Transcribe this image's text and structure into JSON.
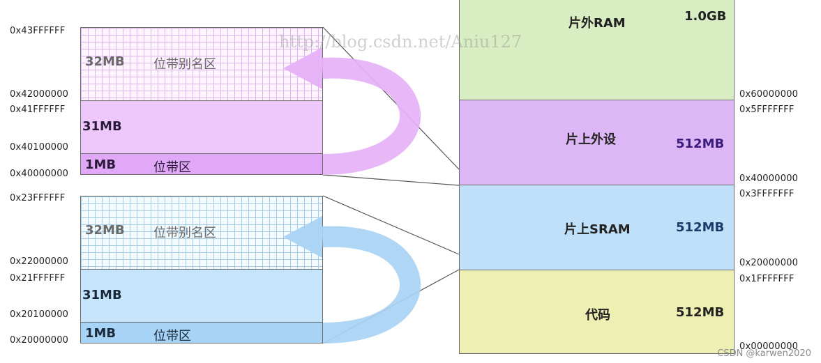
{
  "left_top": {
    "addr_43FFFFFF": "0x43FFFFFF",
    "addr_42000000": "0x42000000",
    "addr_41FFFFFF": "0x41FFFFFF",
    "addr_40100000": "0x40100000",
    "addr_40000000": "0x40000000",
    "alias_size": "32MB",
    "alias_label": "位带别名区",
    "mid_size": "31MB",
    "band_size": "1MB",
    "band_label": "位带区"
  },
  "left_bottom": {
    "addr_23FFFFFF": "0x23FFFFFF",
    "addr_22000000": "0x22000000",
    "addr_21FFFFFF": "0x21FFFFFF",
    "addr_20100000": "0x20100000",
    "addr_20000000": "0x20000000",
    "alias_size": "32MB",
    "alias_label": "位带别名区",
    "mid_size": "31MB",
    "band_size": "1MB",
    "band_label": "位带区"
  },
  "right": {
    "ext_ram": {
      "name": "片外RAM",
      "size": "1.0GB"
    },
    "periph": {
      "name": "片上外设",
      "size": "512MB"
    },
    "sram": {
      "name": "片上SRAM",
      "size": "512MB"
    },
    "code": {
      "name": "代码",
      "size": "512MB"
    },
    "addr_60000000": "0x60000000",
    "addr_5FFFFFFF": "0x5FFFFFFF",
    "addr_40000000": "0x40000000",
    "addr_3FFFFFFF": "0x3FFFFFFF",
    "addr_20000000": "0x20000000",
    "addr_1FFFFFFF": "0x1FFFFFFF",
    "addr_00000000": "0x00000000"
  },
  "watermark": "http://blog.csdn.net/Aniu127",
  "credit": "CSDN @karwen2020",
  "colors": {
    "ext_ram": "#d8edc1",
    "periph": "#ddb6f5",
    "sram": "#bfe0f8",
    "code": "#eef0b3",
    "purple_light": "#efc8fb",
    "purple_band": "#e2a8f8",
    "blue_light": "#c6e4fb",
    "blue_band": "#a7d3f7",
    "arrow_purple": "#e6b1f7",
    "arrow_blue": "#a9d3f5"
  }
}
